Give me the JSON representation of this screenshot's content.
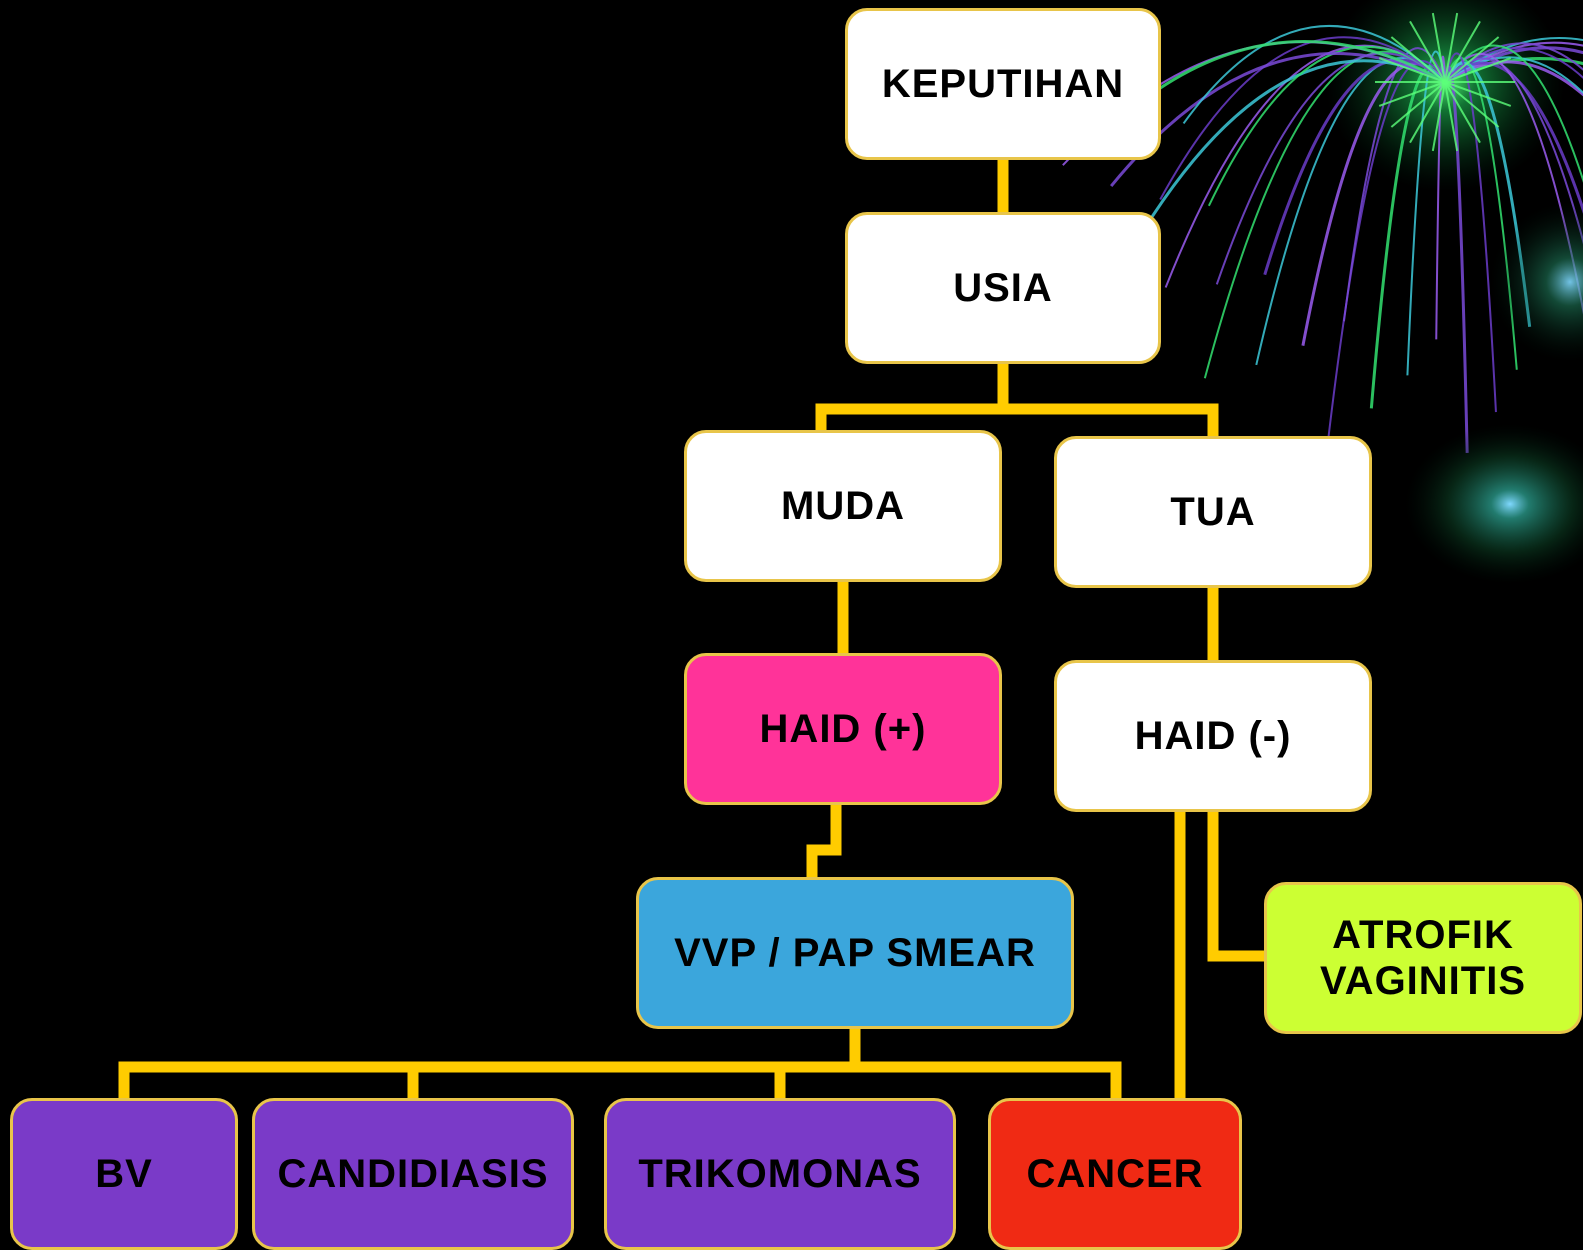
{
  "diagram": {
    "root": "KEPUTIHAN",
    "level1": "USIA",
    "young": "MUDA",
    "old": "TUA",
    "menstruation_positive": "HAID (+)",
    "menstruation_negative": "HAID (-)",
    "screening": "VVP / PAP SMEAR",
    "atrophic_line1": "ATROFIK",
    "atrophic_line2": "VAGINITIS",
    "leaves": {
      "bv": "BV",
      "candidiasis": "CANDIDIASIS",
      "trichomonas": "TRIKOMONAS",
      "cancer": "CANCER"
    }
  },
  "colors": {
    "background": "#000000",
    "connector": "#ffcc00",
    "node_white": "#ffffff",
    "node_pink": "#ff3399",
    "node_blue": "#3ba6dc",
    "node_purple": "#7a3ac8",
    "node_red": "#f02a14",
    "node_lime": "#ccff33",
    "node_border": "#e8c54a"
  },
  "decoration": {
    "icon": "starburst-fireworks-icon",
    "glow_icon": "green-glow-orb-icon"
  }
}
